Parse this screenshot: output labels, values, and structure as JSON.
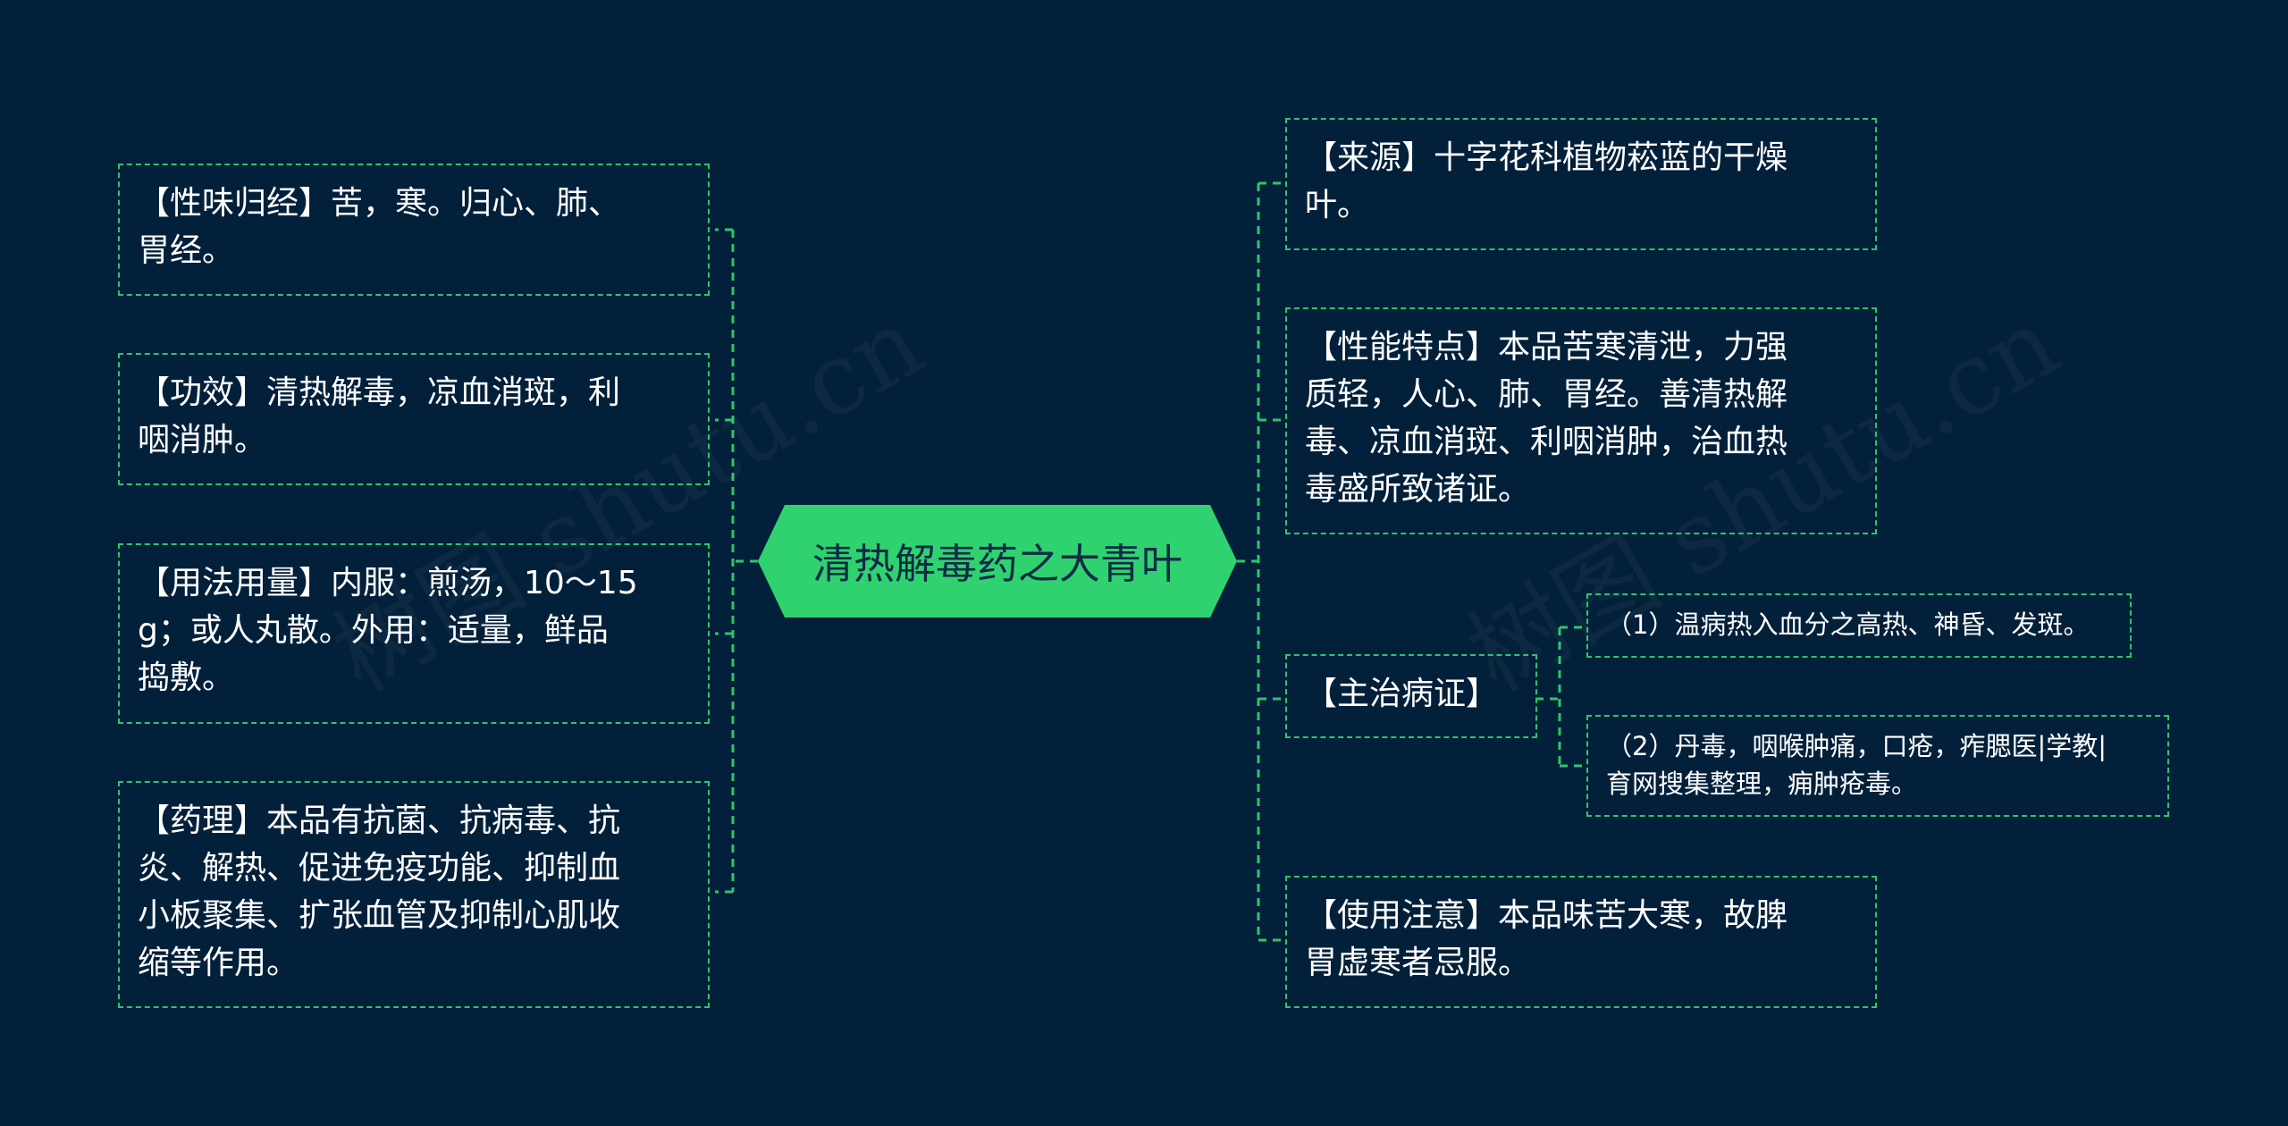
{
  "root": {
    "title": "清热解毒药之大青叶"
  },
  "left_nodes": [
    {
      "id": "xingwei",
      "text": "【性味归经】苦，寒。归心、肺、\n胃经。"
    },
    {
      "id": "gongxiao",
      "text": "【功效】清热解毒，凉血消斑，利\n咽消肿。"
    },
    {
      "id": "yongfa",
      "text": "【用法用量】内服：煎汤，10～15\ng；或人丸散。外用：适量，鲜品\n捣敷。"
    },
    {
      "id": "yaoli",
      "text": "【药理】本品有抗菌、抗病毒、抗\n炎、解热、促进免疫功能、抑制血\n小板聚集、扩张血管及抑制心肌收\n缩等作用。"
    }
  ],
  "right_nodes": [
    {
      "id": "laiyuan",
      "text": "【来源】十字花科植物菘蓝的干燥\n叶。"
    },
    {
      "id": "xingneng",
      "text": "【性能特点】本品苦寒清泄，力强\n质轻，人心、肺、胃经。善清热解\n毒、凉血消斑、利咽消肿，治血热\n毒盛所致诸证。"
    },
    {
      "id": "zhuzhi",
      "text": "【主治病证】"
    },
    {
      "id": "shiyong",
      "text": "【使用注意】本品味苦大寒，故脾\n胃虚寒者忌服。"
    }
  ],
  "sub_nodes": [
    {
      "id": "zhuzhi-1",
      "text": "（1）温病热入血分之高热、神昏、发斑。"
    },
    {
      "id": "zhuzhi-2",
      "text": "（2）丹毒，咽喉肿痛，口疮，痄腮医|学教|\n育网搜集整理，痈肿疮毒。"
    }
  ],
  "watermark": "树图 shutu.cn",
  "colors": {
    "background": "#03203a",
    "accent": "#2fd26f",
    "border": "#2fc46a",
    "text": "#ffffff"
  }
}
